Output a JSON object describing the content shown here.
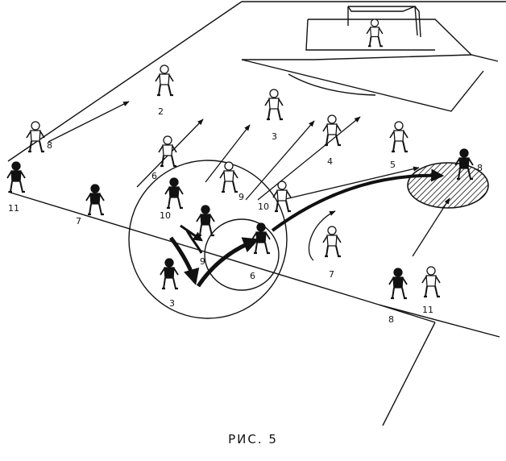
{
  "caption": "РИС. 5",
  "colors": {
    "ink": "#111111",
    "paper": "#ffffff"
  },
  "attackers": [
    {
      "id": "white-2",
      "label": "2"
    },
    {
      "id": "white-3",
      "label": "3"
    },
    {
      "id": "white-4",
      "label": "4"
    },
    {
      "id": "white-5",
      "label": "5"
    },
    {
      "id": "white-6",
      "label": "6"
    },
    {
      "id": "white-7",
      "label": "7"
    },
    {
      "id": "white-8",
      "label": "8"
    },
    {
      "id": "white-9",
      "label": "9"
    },
    {
      "id": "white-10",
      "label": "10"
    },
    {
      "id": "white-11",
      "label": "11"
    },
    {
      "id": "goalkeeper",
      "label": ""
    }
  ],
  "defenders": [
    {
      "id": "dark-11",
      "label": "11"
    },
    {
      "id": "dark-7",
      "label": "7"
    },
    {
      "id": "dark-10",
      "label": "10"
    },
    {
      "id": "dark-9",
      "label": "9"
    },
    {
      "id": "dark-3",
      "label": "3"
    },
    {
      "id": "dark-6",
      "label": "6"
    },
    {
      "id": "dark-8a",
      "label": "8"
    },
    {
      "id": "dark-8b",
      "label": "8"
    }
  ],
  "extra_labels": [
    {
      "id": "label-7-lower",
      "label": "7"
    }
  ]
}
